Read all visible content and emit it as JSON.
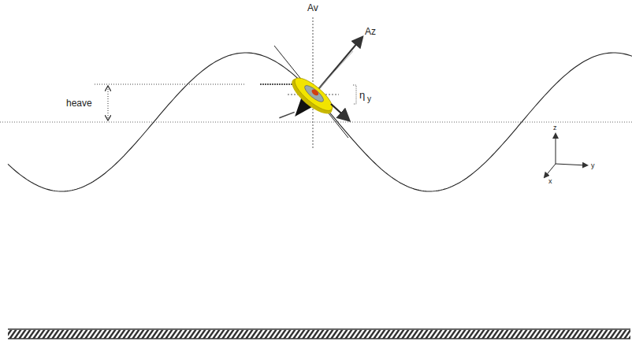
{
  "diagram": {
    "labels": [
      "Av",
      "Az",
      "heave",
      "η",
      "y",
      "z",
      "y",
      "x"
    ]
  }
}
